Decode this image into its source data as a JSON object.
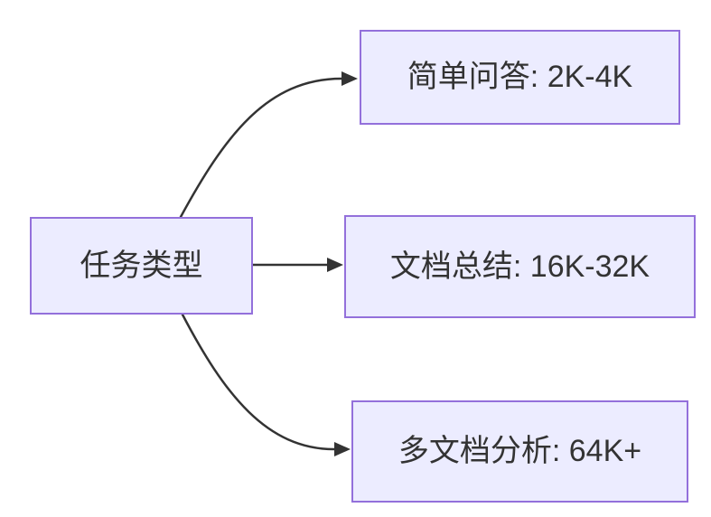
{
  "theme": {
    "background": "#FFFFFF",
    "node_fill": "#ECECFF",
    "node_border": "#9370DB",
    "edge_color": "#333333",
    "text_color": "#333333"
  },
  "diagram": {
    "type": "flowchart-left-to-right",
    "root_node": {
      "label": "任务类型"
    },
    "leaf_nodes": [
      {
        "label": "简单问答: 2K-4K"
      },
      {
        "label": "文档总结: 16K-32K"
      },
      {
        "label": "多文档分析: 64K+"
      }
    ],
    "edges": [
      {
        "from": "任务类型",
        "to": "简单问答: 2K-4K"
      },
      {
        "from": "任务类型",
        "to": "文档总结: 16K-32K"
      },
      {
        "from": "任务类型",
        "to": "多文档分析: 64K+"
      }
    ]
  }
}
